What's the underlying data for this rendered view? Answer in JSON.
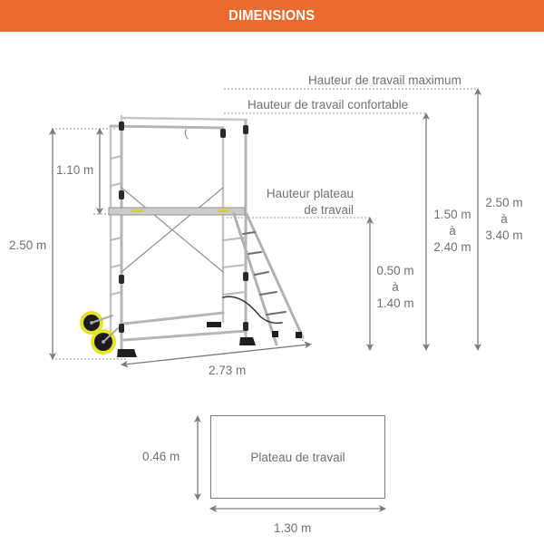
{
  "header": {
    "title": "DIMENSIONS",
    "background": "#EB6A2E"
  },
  "elevation": {
    "labels": {
      "max_working_height": "Hauteur de travail maximum",
      "comfortable_working_height": "Hauteur de travail confortable",
      "platform_height_line1": "Hauteur plateau",
      "platform_height_line2": "de travail"
    },
    "dimensions": {
      "guardrail_height": "1.10 m",
      "total_height": "2.50 m",
      "length_with_ladder": "2.73 m",
      "platform_range": {
        "min": "0.50 m",
        "sep": "à",
        "max": "1.40 m"
      },
      "comfortable_range": {
        "min": "1.50 m",
        "sep": "à",
        "max": "2.40 m"
      },
      "max_range": {
        "min": "2.50 m",
        "sep": "à",
        "max": "3.40 m"
      }
    }
  },
  "platform_plan": {
    "label": "Plateau de travail",
    "width": "0.46 m",
    "length": "1.30 m"
  },
  "colors": {
    "line": "#7a7a7a",
    "text": "#707070",
    "wheel": "#e3e32a"
  }
}
